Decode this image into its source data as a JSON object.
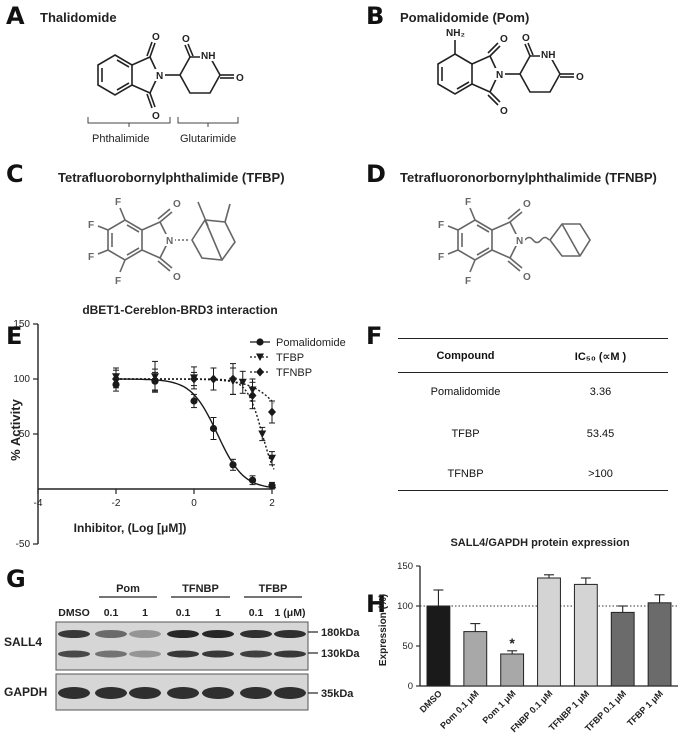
{
  "panels": {
    "A": {
      "letter": "A",
      "title": "Thalidomide",
      "bracket_left": "Phthalimide",
      "bracket_right": "Glutarimide"
    },
    "B": {
      "letter": "B",
      "title": "Pomalidomide (Pom)",
      "nh2": "NH₂"
    },
    "C": {
      "letter": "C",
      "title": "Tetrafluorobornylphthalimide (TFBP)"
    },
    "D": {
      "letter": "D",
      "title": "Tetrafluoronorbornylphthalimide (TFNBP)"
    },
    "E": {
      "letter": "E"
    },
    "F": {
      "letter": "F"
    },
    "G": {
      "letter": "G"
    },
    "H": {
      "letter": "H"
    }
  },
  "atoms": {
    "O": "O",
    "N": "N",
    "NH": "NH",
    "F": "F"
  },
  "chart_data": [
    {
      "type": "scatter",
      "title": "dBET1-Cereblon-BRD3 interaction",
      "xlabel": "Inhibitor, (Log [μM])",
      "ylabel": "% Activity",
      "xlim": [
        -4,
        2
      ],
      "ylim": [
        -50,
        150
      ],
      "xticks": [
        "-4",
        "-2",
        "0",
        "2"
      ],
      "yticks": [
        "-50",
        "50",
        "100",
        "150"
      ],
      "legend_position": "top-right",
      "series": [
        {
          "name": "Pomalidomide",
          "marker": "circle",
          "x": [
            -2,
            -1,
            0,
            0.5,
            1,
            1.5,
            2
          ],
          "y": [
            95,
            98,
            80,
            55,
            22,
            8,
            3
          ],
          "err": [
            6,
            8,
            6,
            10,
            5,
            4,
            3
          ]
        },
        {
          "name": "TFBP",
          "marker": "triangle-down",
          "x": [
            -2,
            -1,
            0,
            1,
            1.25,
            1.5,
            1.75,
            2
          ],
          "y": [
            102,
            102,
            101,
            98,
            97,
            90,
            50,
            28
          ],
          "err": [
            8,
            14,
            10,
            12,
            10,
            10,
            6,
            6
          ]
        },
        {
          "name": "TFNBP",
          "marker": "diamond",
          "x": [
            -2,
            -1,
            0,
            0.5,
            1,
            1.5,
            2
          ],
          "y": [
            100,
            99,
            100,
            100,
            100,
            85,
            70
          ],
          "err": [
            8,
            10,
            6,
            10,
            14,
            12,
            10
          ]
        }
      ]
    },
    {
      "type": "table",
      "columns": [
        "Compound",
        "IC₅₀ (∝M )"
      ],
      "rows": [
        [
          "Pomalidomide",
          "3.36"
        ],
        [
          "TFBP",
          "53.45"
        ],
        [
          "TFNBP",
          ">100"
        ]
      ]
    },
    {
      "type": "bar",
      "title": "SALL4/GAPDH protein expression",
      "ylabel": "Expression (%)",
      "ylim": [
        0,
        150
      ],
      "yticks": [
        "0",
        "50",
        "100",
        "150"
      ],
      "reference_line": 100,
      "categories": [
        "DMSO",
        "Pom 0.1 μM",
        "Pom 1 μM",
        "FNBP 0.1 μM",
        "TFNBP 1 μM",
        "TFBP 0.1 μM",
        "TFBP 1 μM"
      ],
      "values": [
        100,
        68,
        40,
        135,
        127,
        92,
        104
      ],
      "errors": [
        20,
        10,
        4,
        4,
        8,
        8,
        10
      ],
      "colors": [
        "#1a1a1a",
        "#a8a8a8",
        "#a8a8a8",
        "#d4d4d4",
        "#d4d4d4",
        "#6b6b6b",
        "#6b6b6b"
      ],
      "significance": [
        {
          "category": "Pom 1 μM",
          "mark": "*"
        }
      ]
    }
  ],
  "blot": {
    "group_labels": [
      "Pom",
      "TFNBP",
      "TFBP"
    ],
    "lane_labels": [
      "DMSO",
      "0.1",
      "1",
      "0.1",
      "1",
      "0.1",
      "1 (μM)"
    ],
    "protein_labels": [
      "SALL4",
      "GAPDH"
    ],
    "kda_labels": [
      "180kDa",
      "130kDa",
      "35kDa"
    ],
    "sall4_upper_intensity": [
      0.85,
      0.55,
      0.3,
      0.95,
      0.95,
      0.9,
      0.9
    ],
    "sall4_lower_intensity": [
      0.75,
      0.5,
      0.3,
      0.85,
      0.85,
      0.8,
      0.85
    ],
    "gapdh_intensity": [
      0.9,
      0.9,
      0.9,
      0.9,
      0.9,
      0.9,
      0.9
    ]
  }
}
